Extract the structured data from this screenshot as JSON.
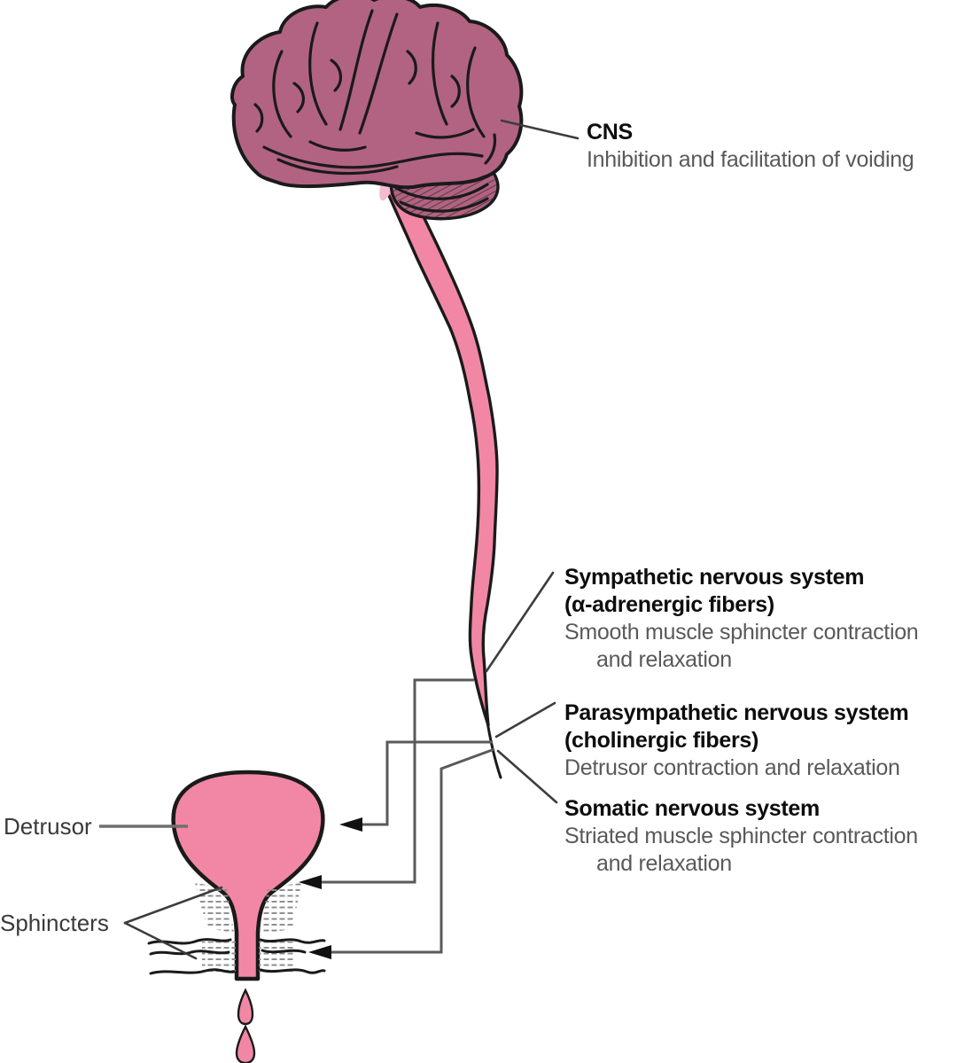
{
  "labels": {
    "cns": {
      "title": "CNS",
      "desc": "Inhibition and facilitation of voiding"
    },
    "sympathetic": {
      "title": "Sympathetic nervous system",
      "subtitle": "(α-adrenergic fibers)",
      "desc": [
        "Smooth muscle sphincter contraction",
        "and relaxation"
      ]
    },
    "parasympathetic": {
      "title": "Parasympathetic nervous system",
      "subtitle": "(cholinergic fibers)",
      "desc": [
        "Detrusor contraction and relaxation"
      ]
    },
    "somatic": {
      "title": "Somatic nervous system",
      "desc": [
        "Striated muscle sphincter contraction",
        "and relaxation"
      ]
    },
    "detrusor": {
      "text": "Detrusor"
    },
    "sphincters": {
      "text": "Sphincters"
    }
  },
  "colors": {
    "brain": "#b26381",
    "pink": "#f287a5",
    "pink_light": "#f3bcd0",
    "outline": "#1a1a1a",
    "connector": "#5a5a5a",
    "pointer": "#3d3d3d",
    "arrowhead": "#111111",
    "title_text": "#0d0d0d",
    "desc_text": "#595959",
    "side_text": "#3a3a3a",
    "hatch": "#8a8a8a"
  }
}
